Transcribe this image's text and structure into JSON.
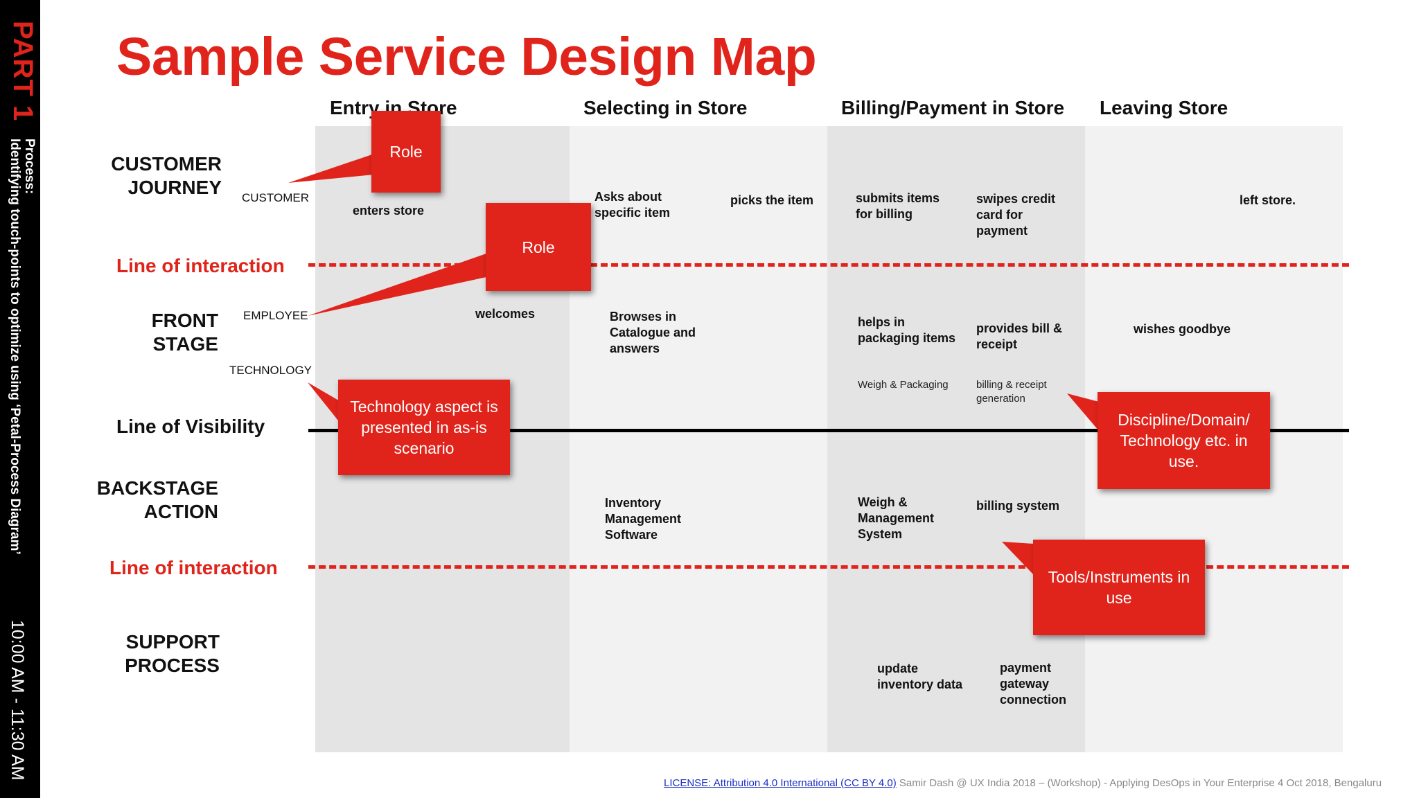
{
  "side": {
    "part": "PART 1",
    "process": "Process: ",
    "description": "Identifying touch-points to optimize using ‘Petal-Process Diagram’",
    "time": "10:00 AM - 11:30 AM"
  },
  "title": "Sample Service Design Map",
  "phases": [
    "Entry in Store",
    "Selecting in Store",
    "Billing/Payment in Store",
    "Leaving Store"
  ],
  "rows": {
    "customer_journey": "CUSTOMER JOURNEY",
    "front_stage": "FRONT STAGE",
    "backstage_action": "BACKSTAGE ACTION",
    "support_process": "SUPPORT PROCESS"
  },
  "lines": {
    "interaction_top": "Line of interaction",
    "visibility": "Line of Visibility",
    "interaction_bottom": "Line of interaction"
  },
  "roles": {
    "customer": "CUSTOMER",
    "employee": "EMPLOYEE",
    "technology": "TECHNOLOGY"
  },
  "cells": {
    "enters_store": "enters store",
    "asks_about": "Asks about specific item",
    "picks_item": "picks the item",
    "submits_items": "submits items for billing",
    "swipes_card": "swipes credit card for payment",
    "left_store": "left store.",
    "welcomes": "welcomes",
    "browses": "Browses in Catalogue and answers",
    "helps_packaging": "helps in packaging items",
    "provides_bill": "provides bill & receipt",
    "wishes_goodbye": "wishes goodbye",
    "weigh_packaging": "Weigh & Packaging",
    "billing_receipt_generation": "billing & receipt generation",
    "inventory_software": "Inventory Management Software",
    "weigh_management": "Weigh & Management System",
    "billing_system": "billing system",
    "update_inventory": "update inventory data",
    "payment_gateway": "payment gateway connection"
  },
  "callouts": {
    "role_1": "Role",
    "role_2": "Role",
    "technology_aspect": "Technology aspect is presented in as-is scenario",
    "discipline": "Discipline/Domain/ Technology etc.  in use.",
    "tools": "Tools/Instruments in use"
  },
  "footer": {
    "license": "LICENSE: Attribution 4.0 International (CC BY 4.0)",
    "credit": " Samir Dash @ UX India 2018 – (Workshop)  - Applying DesOps in Your Enterprise 4 Oct 2018, Bengaluru"
  },
  "colors": {
    "accent_red": "#e0241b",
    "column_dark": "#e4e4e4",
    "column_light": "#f2f2f2",
    "sideband": "#000000"
  }
}
